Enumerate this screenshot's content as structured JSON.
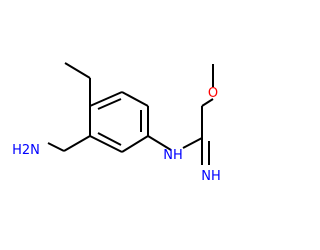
{
  "molecule": {
    "atoms": {
      "nh2": {
        "text": "H2N",
        "color": "#0000ff"
      },
      "nh": {
        "text": "NH",
        "color": "#0000ff"
      },
      "imine": {
        "text": "NH",
        "color": "#0000ff"
      },
      "oxygen": {
        "text": "O",
        "color": "#ff0000"
      }
    },
    "bond_color": "#000000"
  }
}
